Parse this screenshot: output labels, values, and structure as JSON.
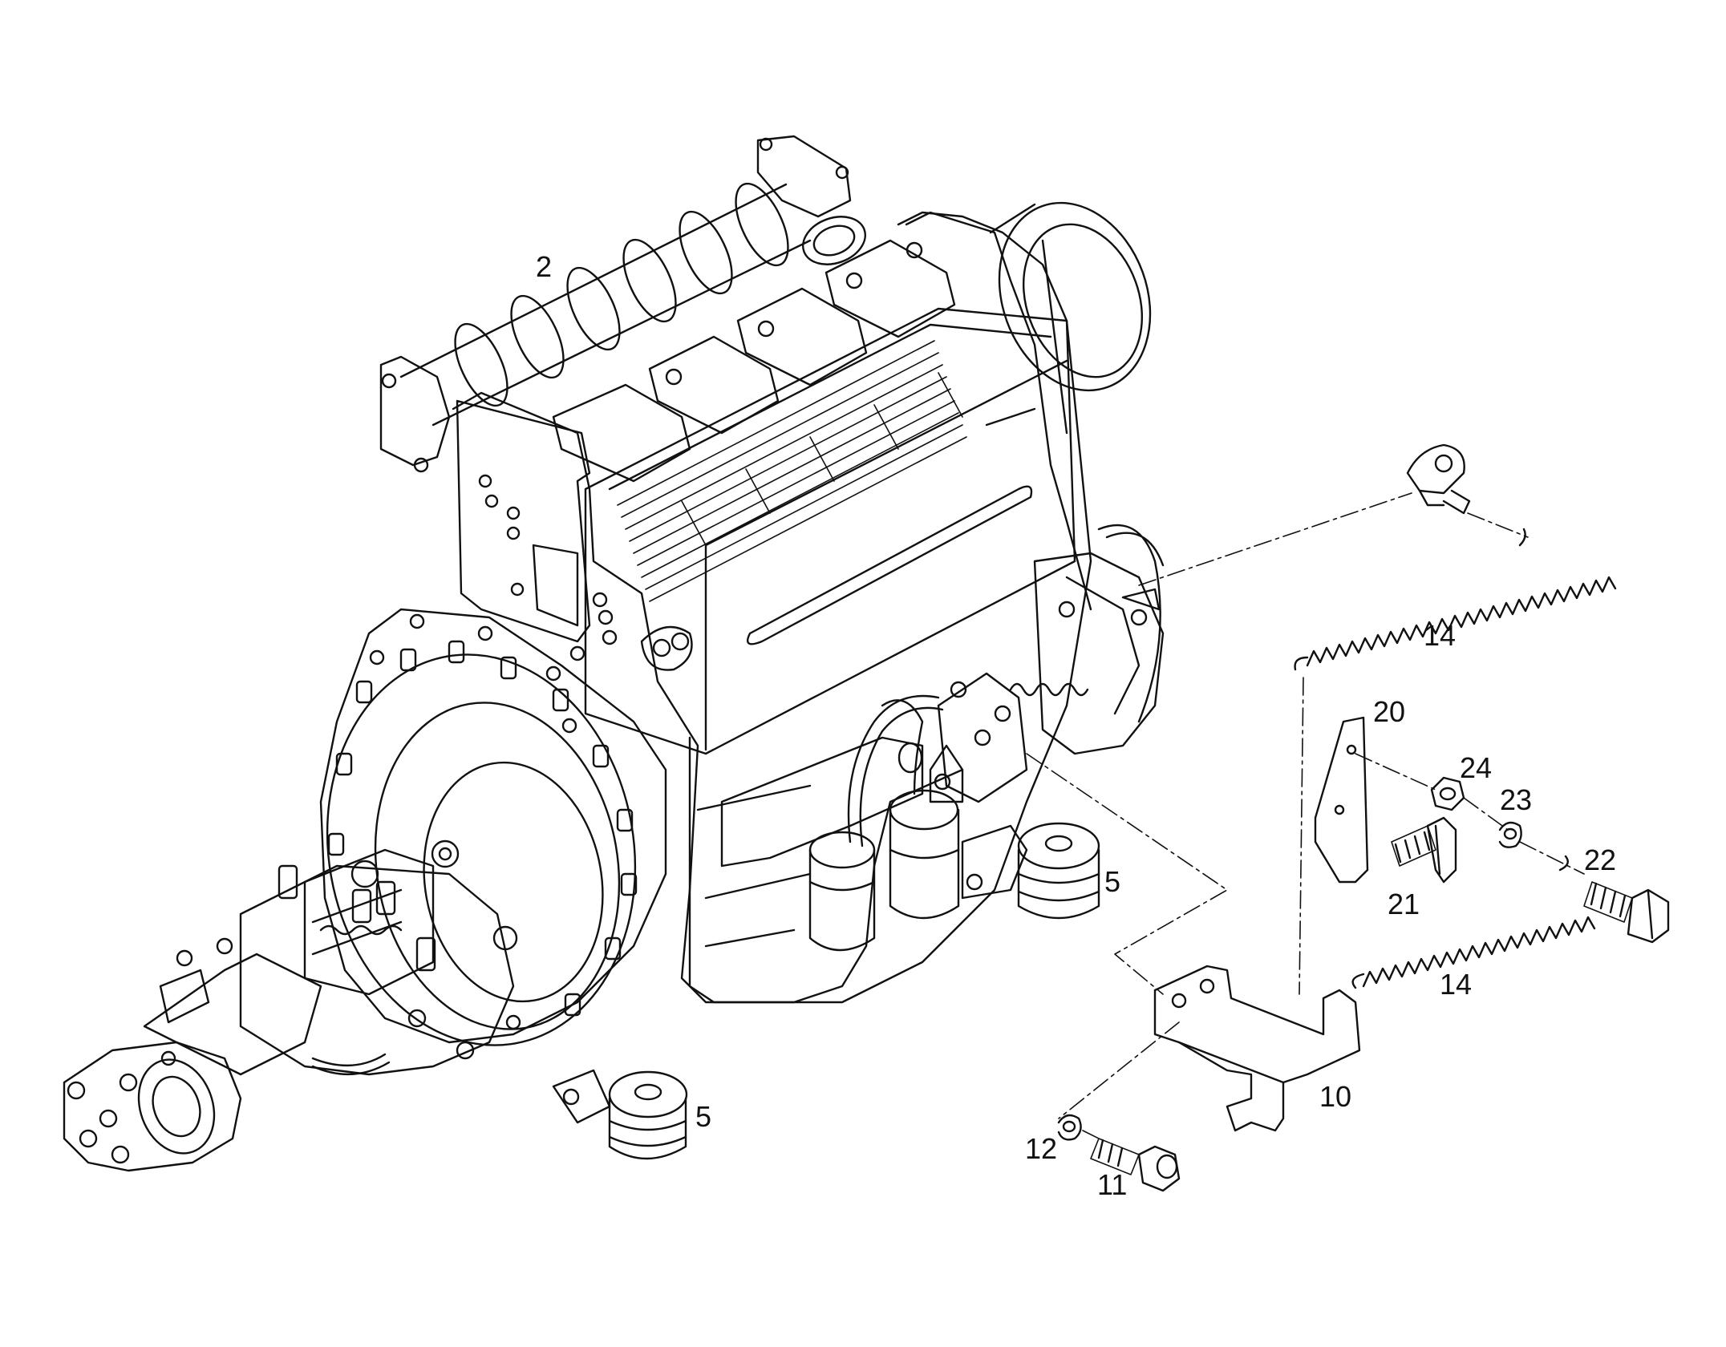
{
  "colors": {
    "ink": "#111111",
    "paper": "#ffffff"
  },
  "callouts": {
    "c2": "2",
    "c5a": "5",
    "c5b": "5",
    "c10": "10",
    "c11": "11",
    "c12": "12",
    "c14a": "14",
    "c14b": "14",
    "c20": "20",
    "c21": "21",
    "c22": "22",
    "c23": "23",
    "c24": "24"
  }
}
